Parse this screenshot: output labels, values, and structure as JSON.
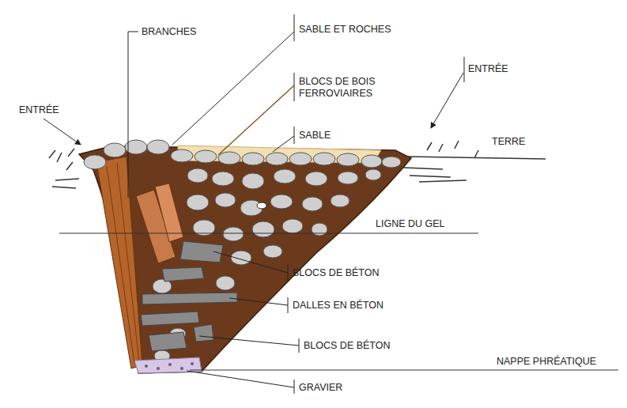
{
  "diagram": {
    "labels": [
      "SABLE ET ROCHES",
      "BRANCHES",
      "BLOCS DE BOIS FERROVIAIRES",
      "ENTRÉE",
      "ENTRÉE",
      "SABLE",
      "TERRE",
      "LIGNE DU GEL",
      "BLOCS DE BÉTON",
      "DALLES EN BÉTON",
      "BLOCS DE BÉTON",
      "NAPPE PHRÉATIQUE",
      "GRAVIER"
    ]
  }
}
